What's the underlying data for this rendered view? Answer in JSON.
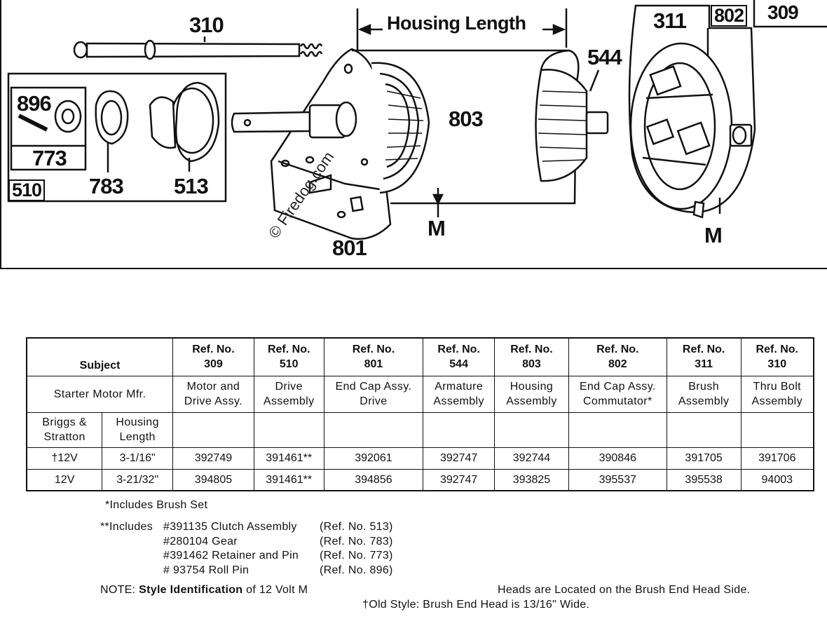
{
  "diagram": {
    "housing_length_label": "Housing Length",
    "refs": {
      "r310": "310",
      "r544": "544",
      "r311": "311",
      "r802": "802",
      "r309": "309",
      "r896": "896",
      "r773": "773",
      "r510": "510",
      "r783": "783",
      "r513": "513",
      "r803": "803",
      "r801": "801",
      "m1": "M",
      "m2": "M"
    },
    "watermark": "© Firedog.com"
  },
  "table": {
    "subject_header": "Subject",
    "columns": [
      {
        "ref_label": "Ref. No.",
        "ref_no": "309",
        "description": [
          "Motor and",
          "Drive Assy."
        ]
      },
      {
        "ref_label": "Ref. No.",
        "ref_no": "510",
        "description": [
          "Drive",
          "Assembly"
        ]
      },
      {
        "ref_label": "Ref. No.",
        "ref_no": "801",
        "description": [
          "End Cap Assy.",
          "Drive"
        ]
      },
      {
        "ref_label": "Ref. No.",
        "ref_no": "544",
        "description": [
          "Armature",
          "Assembly"
        ]
      },
      {
        "ref_label": "Ref. No.",
        "ref_no": "803",
        "description": [
          "Housing",
          "Assembly"
        ]
      },
      {
        "ref_label": "Ref. No.",
        "ref_no": "802",
        "description": [
          "End Cap Assy.",
          "Commutator*"
        ]
      },
      {
        "ref_label": "Ref. No.",
        "ref_no": "311",
        "description": [
          "Brush",
          "Assembly"
        ]
      },
      {
        "ref_label": "Ref. No.",
        "ref_no": "310",
        "description": [
          "Thru Bolt",
          "Assembly"
        ]
      }
    ],
    "starter_motor_mfr": "Starter Motor Mfr.",
    "briggs_stratton": [
      "Briggs &",
      "Stratton"
    ],
    "housing_length": [
      "Housing",
      "Length"
    ],
    "rows": [
      {
        "voltage": "†12V",
        "length": "3-1/16\"",
        "values": [
          "392749",
          "391461**",
          "392061",
          "392747",
          "392744",
          "390846",
          "391705",
          "391706"
        ]
      },
      {
        "voltage": "12V",
        "length": "3-21/32\"",
        "values": [
          "394805",
          "391461**",
          "394856",
          "392747",
          "393825",
          "395537",
          "395538",
          "94003"
        ]
      }
    ]
  },
  "notes": {
    "single_star": "*Includes Brush Set",
    "double_star_prefix": "**Includes",
    "items": [
      {
        "part": "#391135 Clutch Assembly",
        "ref": "(Ref. No. 513)"
      },
      {
        "part": "#280104 Gear",
        "ref": "(Ref. No. 783)"
      },
      {
        "part": "#391462 Retainer and Pin",
        "ref": "(Ref. No. 773)"
      },
      {
        "part": "# 93754 Roll Pin",
        "ref": "(Ref. No. 896)"
      }
    ],
    "note_prefix": "NOTE:",
    "note_bold": "Style Identification",
    "note_part1": "of 12 Volt M",
    "note_part2": "Heads are Located on the Brush End Head Side.",
    "old_style": "†Old Style: Brush End Head is 13/16\" Wide."
  }
}
